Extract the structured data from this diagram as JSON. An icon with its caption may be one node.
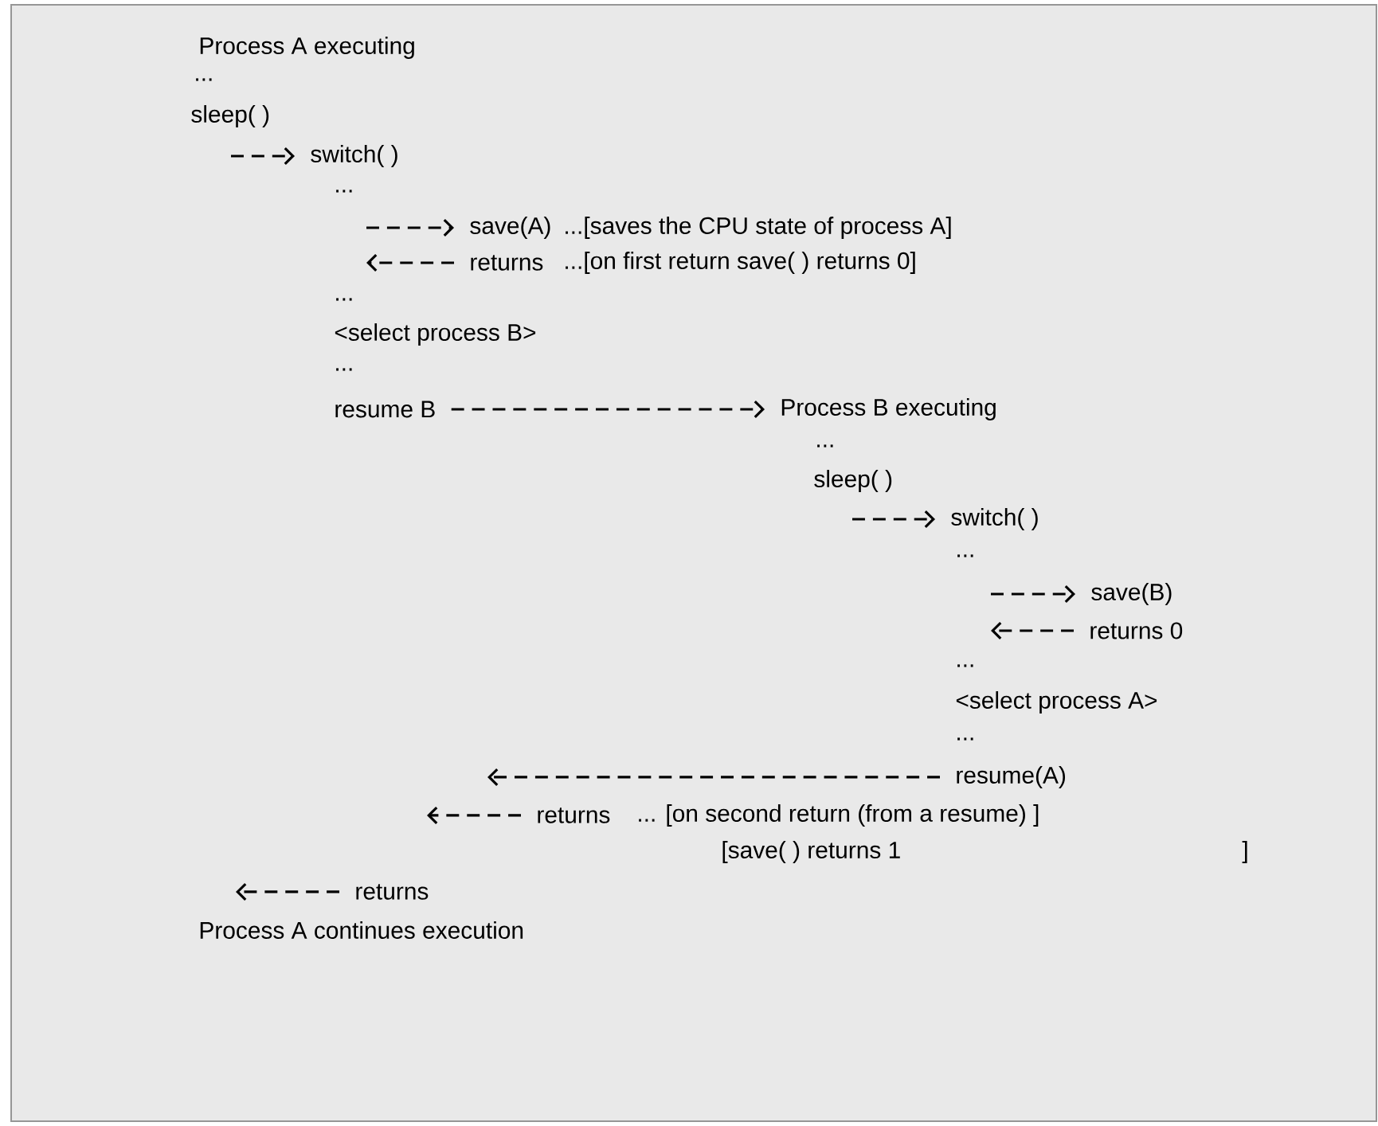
{
  "diagram": {
    "nodes": [
      {
        "text": [
          "switch( )"
        ]
      },
      {
        "text": [
          "save(A)"
        ],
        "beside": [
          "...[saves the CPU state of process A]"
        ]
      },
      {
        "text": [
          "returns"
        ],
        "beside": [
          "...[on first return save( ) returns 0]"
        ]
      },
      {
        "text": [
          "resume B"
        ]
      },
      {
        "text": [
          "Process B executing"
        ]
      },
      {
        "text": [
          "switch( )"
        ]
      },
      {
        "text": [
          "save(B)"
        ]
      },
      {
        "text": [
          "returns 0"
        ]
      },
      {
        "text": [
          "resume(A)"
        ]
      },
      {
        "text": [
          "returns"
        ]
      },
      {
        "text": [
          "returns"
        ]
      }
    ],
    "edges": [
      {
        "from": null,
        "to": 0,
        "arrow": "to"
      },
      {
        "from": null,
        "to": 1,
        "arrow": "to"
      },
      {
        "from": 2,
        "to": null,
        "arrow": "to"
      },
      {
        "from": 3,
        "to": 4,
        "arrow": "to"
      },
      {
        "from": null,
        "to": 5,
        "arrow": "to"
      },
      {
        "from": null,
        "to": 6,
        "arrow": "to"
      },
      {
        "from": 7,
        "to": null,
        "arrow": "to"
      },
      {
        "from": 8,
        "to": null,
        "arrow": "to"
      },
      {
        "from": 9,
        "to": null,
        "arrow": "to"
      },
      {
        "from": 10,
        "to": null,
        "arrow": "to"
      }
    ],
    "labels": [
      "Process A executing",
      "...",
      "sleep( )",
      "...",
      "...",
      "<select process B>",
      "...",
      "...",
      "sleep( )",
      "...",
      "...",
      "<select process A>",
      "...",
      "... [on second return (from a resume) ]",
      "[save( ) returns 1",
      "]",
      "Process A continues execution"
    ]
  }
}
